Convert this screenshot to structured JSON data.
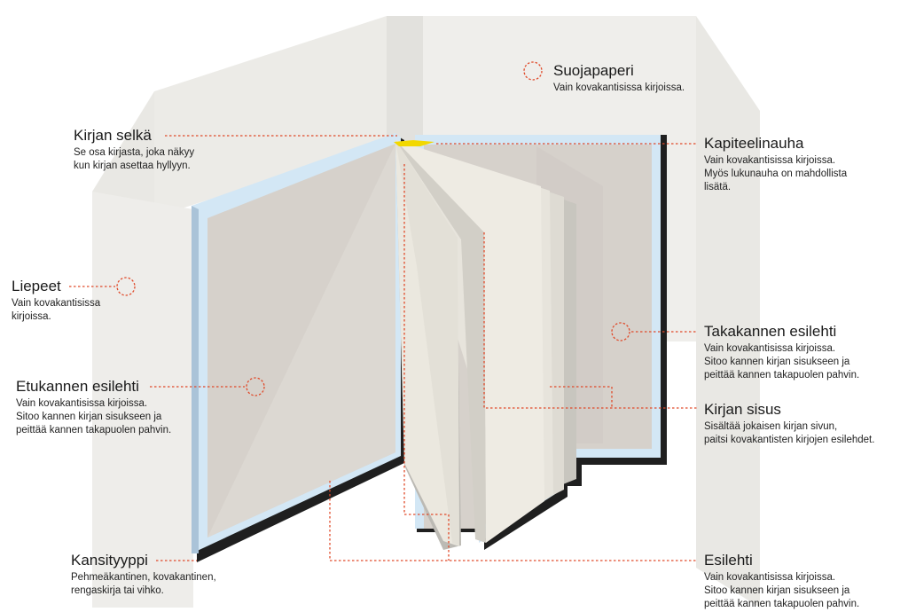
{
  "labels": {
    "suojapaperi": {
      "title": "Suojapaperi",
      "desc": "Vain kovakantisissa kirjoissa."
    },
    "kirjan_selka": {
      "title": "Kirjan selkä",
      "desc": "Se osa kirjasta, joka näkyy\nkun kirjan asettaa hyllyyn."
    },
    "kapiteelinauha": {
      "title": "Kapiteelinauha",
      "desc": "Vain kovakantisissa kirjoissa.\nMyös lukunauha on mahdollista\nlisätä."
    },
    "liepeet": {
      "title": "Liepeet",
      "desc": "Vain kovakantisissa\nkirjoissa."
    },
    "takakannen_esilehti": {
      "title": "Takakannen esilehti",
      "desc": "Vain kovakantisissa kirjoissa.\nSitoo kannen kirjan sisukseen ja\npeittää kannen takapuolen pahvin."
    },
    "etukannen_esilehti": {
      "title": "Etukannen esilehti",
      "desc": "Vain kovakantisissa kirjoissa.\nSitoo kannen kirjan sisukseen ja\npeittää kannen takapuolen pahvin."
    },
    "kirjan_sisus": {
      "title": "Kirjan sisus",
      "desc": "Sisältää jokaisen kirjan sivun,\npaitsi kovakantisten kirjojen esilehdet."
    },
    "kansityyppi": {
      "title": "Kansityyppi",
      "desc": "Pehmeäkantinen, kovakantinen,\nrengaskirja tai vihko."
    },
    "esilehti": {
      "title": "Esilehti",
      "desc": "Vain kovakantisissa kirjoissa.\nSitoo kannen kirjan sisukseen ja\npeittää kannen takapuolen pahvin."
    }
  },
  "colors": {
    "leader_line": "#e04a2a",
    "jacket": "#eeedea",
    "cover_blue": "#d4e8f6",
    "endpaper": "#d8d3cd",
    "pages": "#edeae1",
    "headband": "#f2d800",
    "shadow": "#1f1f1f"
  }
}
